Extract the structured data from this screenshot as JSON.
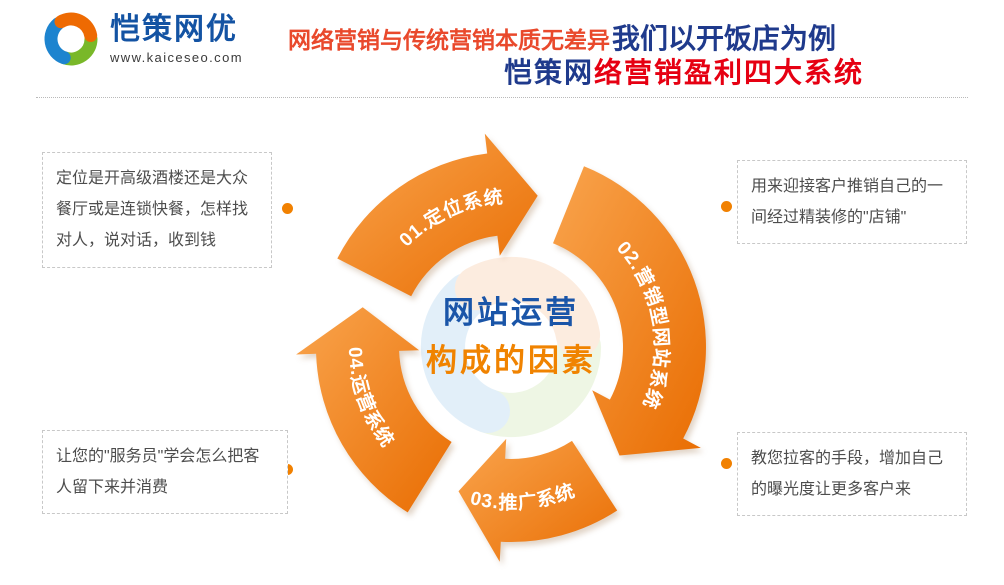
{
  "brand": {
    "name": "恺策网优",
    "website": "www.kaiceseo.com"
  },
  "header": {
    "line1_red": "网络营销与传统营销本质无差异",
    "line1_blue": "我们以开饭店为例",
    "line2_blue": "恺策网",
    "line2_red": "络营销盈利四大系统"
  },
  "diagram": {
    "center_line1": "网站运营",
    "center_line2": "构成的因素",
    "segments": [
      {
        "id": "01",
        "label": "01.定位系统"
      },
      {
        "id": "02",
        "label": "02.营销型网站系统"
      },
      {
        "id": "03",
        "label": "03.推广系统"
      },
      {
        "id": "04",
        "label": "04.运营系统"
      }
    ]
  },
  "callouts": [
    {
      "position": "top-left",
      "text": "定位是开高级酒楼还是大众餐厅或是连锁快餐，怎样找对人，说对话，收到钱"
    },
    {
      "position": "top-right",
      "text": "用来迎接客户推销自己的一间经过精装修的\"店铺\""
    },
    {
      "position": "bottom-left",
      "text": "让您的\"服务员\"学会怎么把客人留下来并消费"
    },
    {
      "position": "bottom-right",
      "text": "教您拉客的手段，增加自己的曝光度让更多客户来"
    }
  ],
  "colors": {
    "arrow_orange": "#e96d02",
    "arrow_orange_light": "#f9a44d",
    "center_blue": "#1a55a8",
    "center_orange": "#f08300",
    "title_red": "#e9492c",
    "title_blue": "#1f3a8c",
    "line2_red": "#e60012",
    "brand_blue": "#1353a3",
    "connector_dot": "#f18101"
  }
}
